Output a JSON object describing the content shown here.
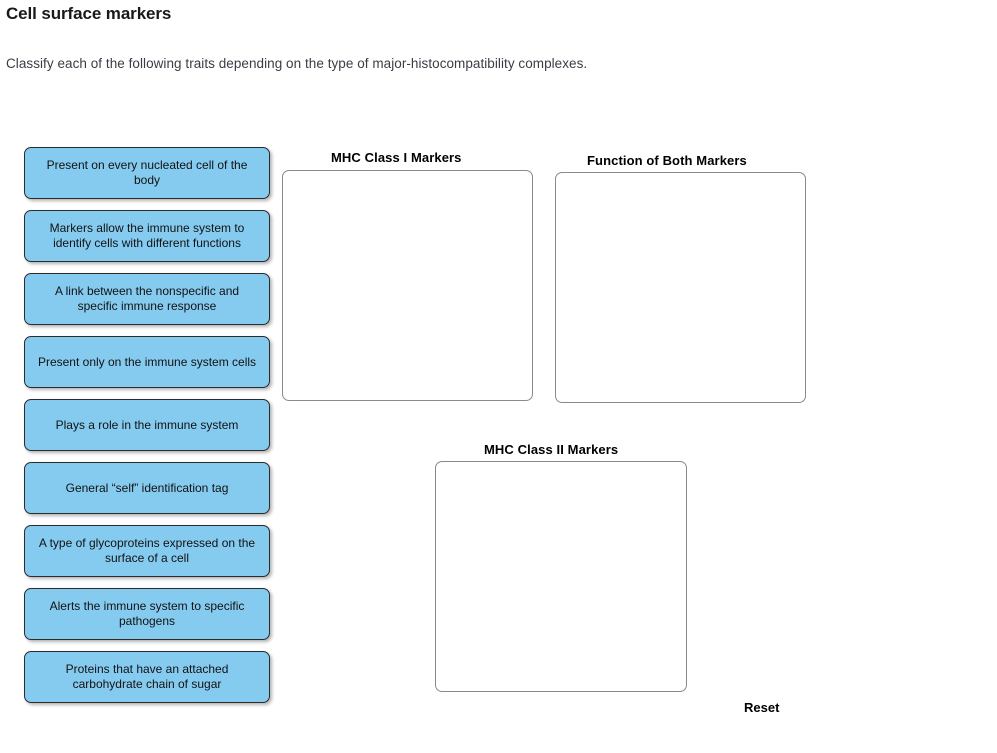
{
  "page": {
    "title": "Cell surface markers",
    "instructions": "Classify each of the following traits depending on the type of major-histocompatibility complexes."
  },
  "tile_bank": {
    "tiles": [
      {
        "label": "Present on every nucleated cell of the body"
      },
      {
        "label": "Markers allow the immune system to identify cells with different functions"
      },
      {
        "label": "A link between the nonspecific and specific immune response"
      },
      {
        "label": "Present only on the immune system cells"
      },
      {
        "label": "Plays a role in the immune system"
      },
      {
        "label": "General “self” identification tag"
      },
      {
        "label": "A type of glycoproteins expressed on the surface of a cell"
      },
      {
        "label": "Alerts the immune system to specific pathogens"
      },
      {
        "label": "Proteins that have an attached carbohydrate chain of sugar"
      }
    ]
  },
  "drop_zones": [
    {
      "id": "class1",
      "label": "MHC Class I Markers",
      "items": []
    },
    {
      "id": "both",
      "label": "Function of Both Markers",
      "items": []
    },
    {
      "id": "class2",
      "label": "MHC Class II Markers",
      "items": []
    }
  ],
  "controls": {
    "reset_label": "Reset"
  },
  "colors": {
    "tile_fill": "#85CBF0",
    "tile_border": "#2b2b2b",
    "zone_border": "#8a8a8a",
    "text": "#121212",
    "page_background": "#ffffff"
  }
}
